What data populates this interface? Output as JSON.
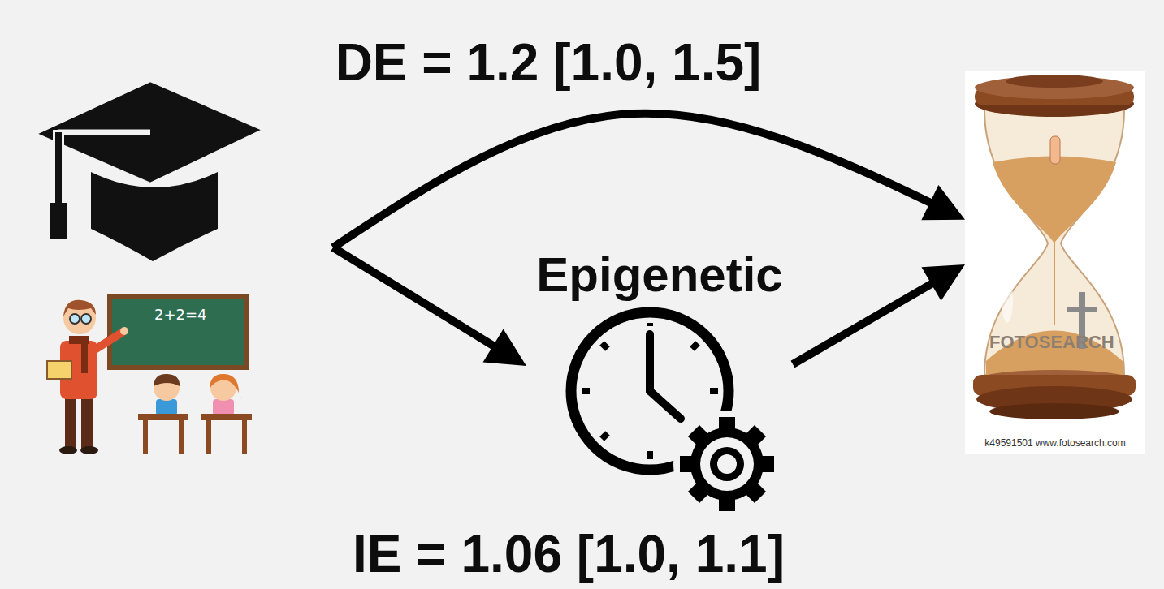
{
  "diagram": {
    "nodes": [
      {
        "text": [
          "2+2=4"
        ]
      },
      {
        "text": [
          "Epigenetic"
        ]
      },
      {
        "text": [
          "FOTOSEARCH",
          "k49591501 www.fotosearch.com"
        ]
      }
    ],
    "edges": [
      {
        "from": 0,
        "to": 2,
        "arrow": "to",
        "label": "DE = 1.2 [1.0, 1.5]"
      },
      {
        "from": 0,
        "to": 1,
        "arrow": "to"
      },
      {
        "from": 1,
        "to": 2,
        "arrow": "to"
      }
    ],
    "labels": [
      "IE = 1.06 [1.0, 1.1]"
    ]
  }
}
